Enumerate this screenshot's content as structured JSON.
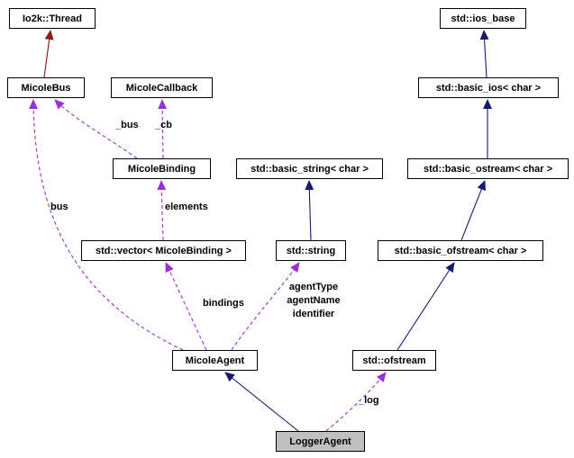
{
  "diagram": {
    "kind": "collaboration-graph",
    "colors": {
      "inheritance_public": "#191970",
      "inheritance_private": "#8b1a1a",
      "usage_dashed": "#9a32cd",
      "node_background": "#ffffff",
      "node_border": "#000000",
      "focus_node_background": "#c0c0c0"
    },
    "nodes": [
      {
        "id": "io2k-thread",
        "label": "Io2k::Thread"
      },
      {
        "id": "ios-base",
        "label": "std::ios_base"
      },
      {
        "id": "micole-bus",
        "label": "MicoleBus"
      },
      {
        "id": "micole-callback",
        "label": "MicoleCallback"
      },
      {
        "id": "basic-ios",
        "label": "std::basic_ios< char >"
      },
      {
        "id": "micole-binding",
        "label": "MicoleBinding"
      },
      {
        "id": "basic-string",
        "label": "std::basic_string< char >"
      },
      {
        "id": "basic-ostream",
        "label": "std::basic_ostream< char >"
      },
      {
        "id": "vector-binding",
        "label": "std::vector< MicoleBinding >"
      },
      {
        "id": "std-string",
        "label": "std::string"
      },
      {
        "id": "basic-ofstream",
        "label": "std::basic_ofstream< char >"
      },
      {
        "id": "micole-agent",
        "label": "MicoleAgent"
      },
      {
        "id": "std-ofstream",
        "label": "std::ofstream"
      },
      {
        "id": "logger-agent",
        "label": "LoggerAgent"
      }
    ],
    "edge_labels": {
      "bus_field": "_bus",
      "cb_field": "_cb",
      "elements": "elements",
      "bus": "bus",
      "bindings": "bindings",
      "agent_fields": "agentType\nagentName\nidentifier",
      "log_field": "_log"
    },
    "edges": [
      {
        "from": "MicoleBus",
        "to": "Io2k::Thread",
        "type": "inheritance-private",
        "label": ""
      },
      {
        "from": "std::basic_ios< char >",
        "to": "std::ios_base",
        "type": "inheritance-public",
        "label": ""
      },
      {
        "from": "std::basic_ostream< char >",
        "to": "std::basic_ios< char >",
        "type": "inheritance-public",
        "label": ""
      },
      {
        "from": "std::basic_ofstream< char >",
        "to": "std::basic_ostream< char >",
        "type": "inheritance-public",
        "label": ""
      },
      {
        "from": "std::ofstream",
        "to": "std::basic_ofstream< char >",
        "type": "inheritance-public",
        "label": ""
      },
      {
        "from": "std::string",
        "to": "std::basic_string< char >",
        "type": "inheritance-public",
        "label": ""
      },
      {
        "from": "LoggerAgent",
        "to": "MicoleAgent",
        "type": "inheritance-public",
        "label": ""
      },
      {
        "from": "MicoleBinding",
        "to": "MicoleBus",
        "type": "usage",
        "label": "_bus"
      },
      {
        "from": "MicoleBinding",
        "to": "MicoleCallback",
        "type": "usage",
        "label": "_cb"
      },
      {
        "from": "std::vector< MicoleBinding >",
        "to": "MicoleBinding",
        "type": "usage",
        "label": "elements"
      },
      {
        "from": "MicoleAgent",
        "to": "MicoleBus",
        "type": "usage",
        "label": "bus"
      },
      {
        "from": "MicoleAgent",
        "to": "std::vector< MicoleBinding >",
        "type": "usage",
        "label": "bindings"
      },
      {
        "from": "MicoleAgent",
        "to": "std::string",
        "type": "usage",
        "label": "agentType agentName identifier"
      },
      {
        "from": "LoggerAgent",
        "to": "std::ofstream",
        "type": "usage",
        "label": "_log"
      }
    ]
  }
}
